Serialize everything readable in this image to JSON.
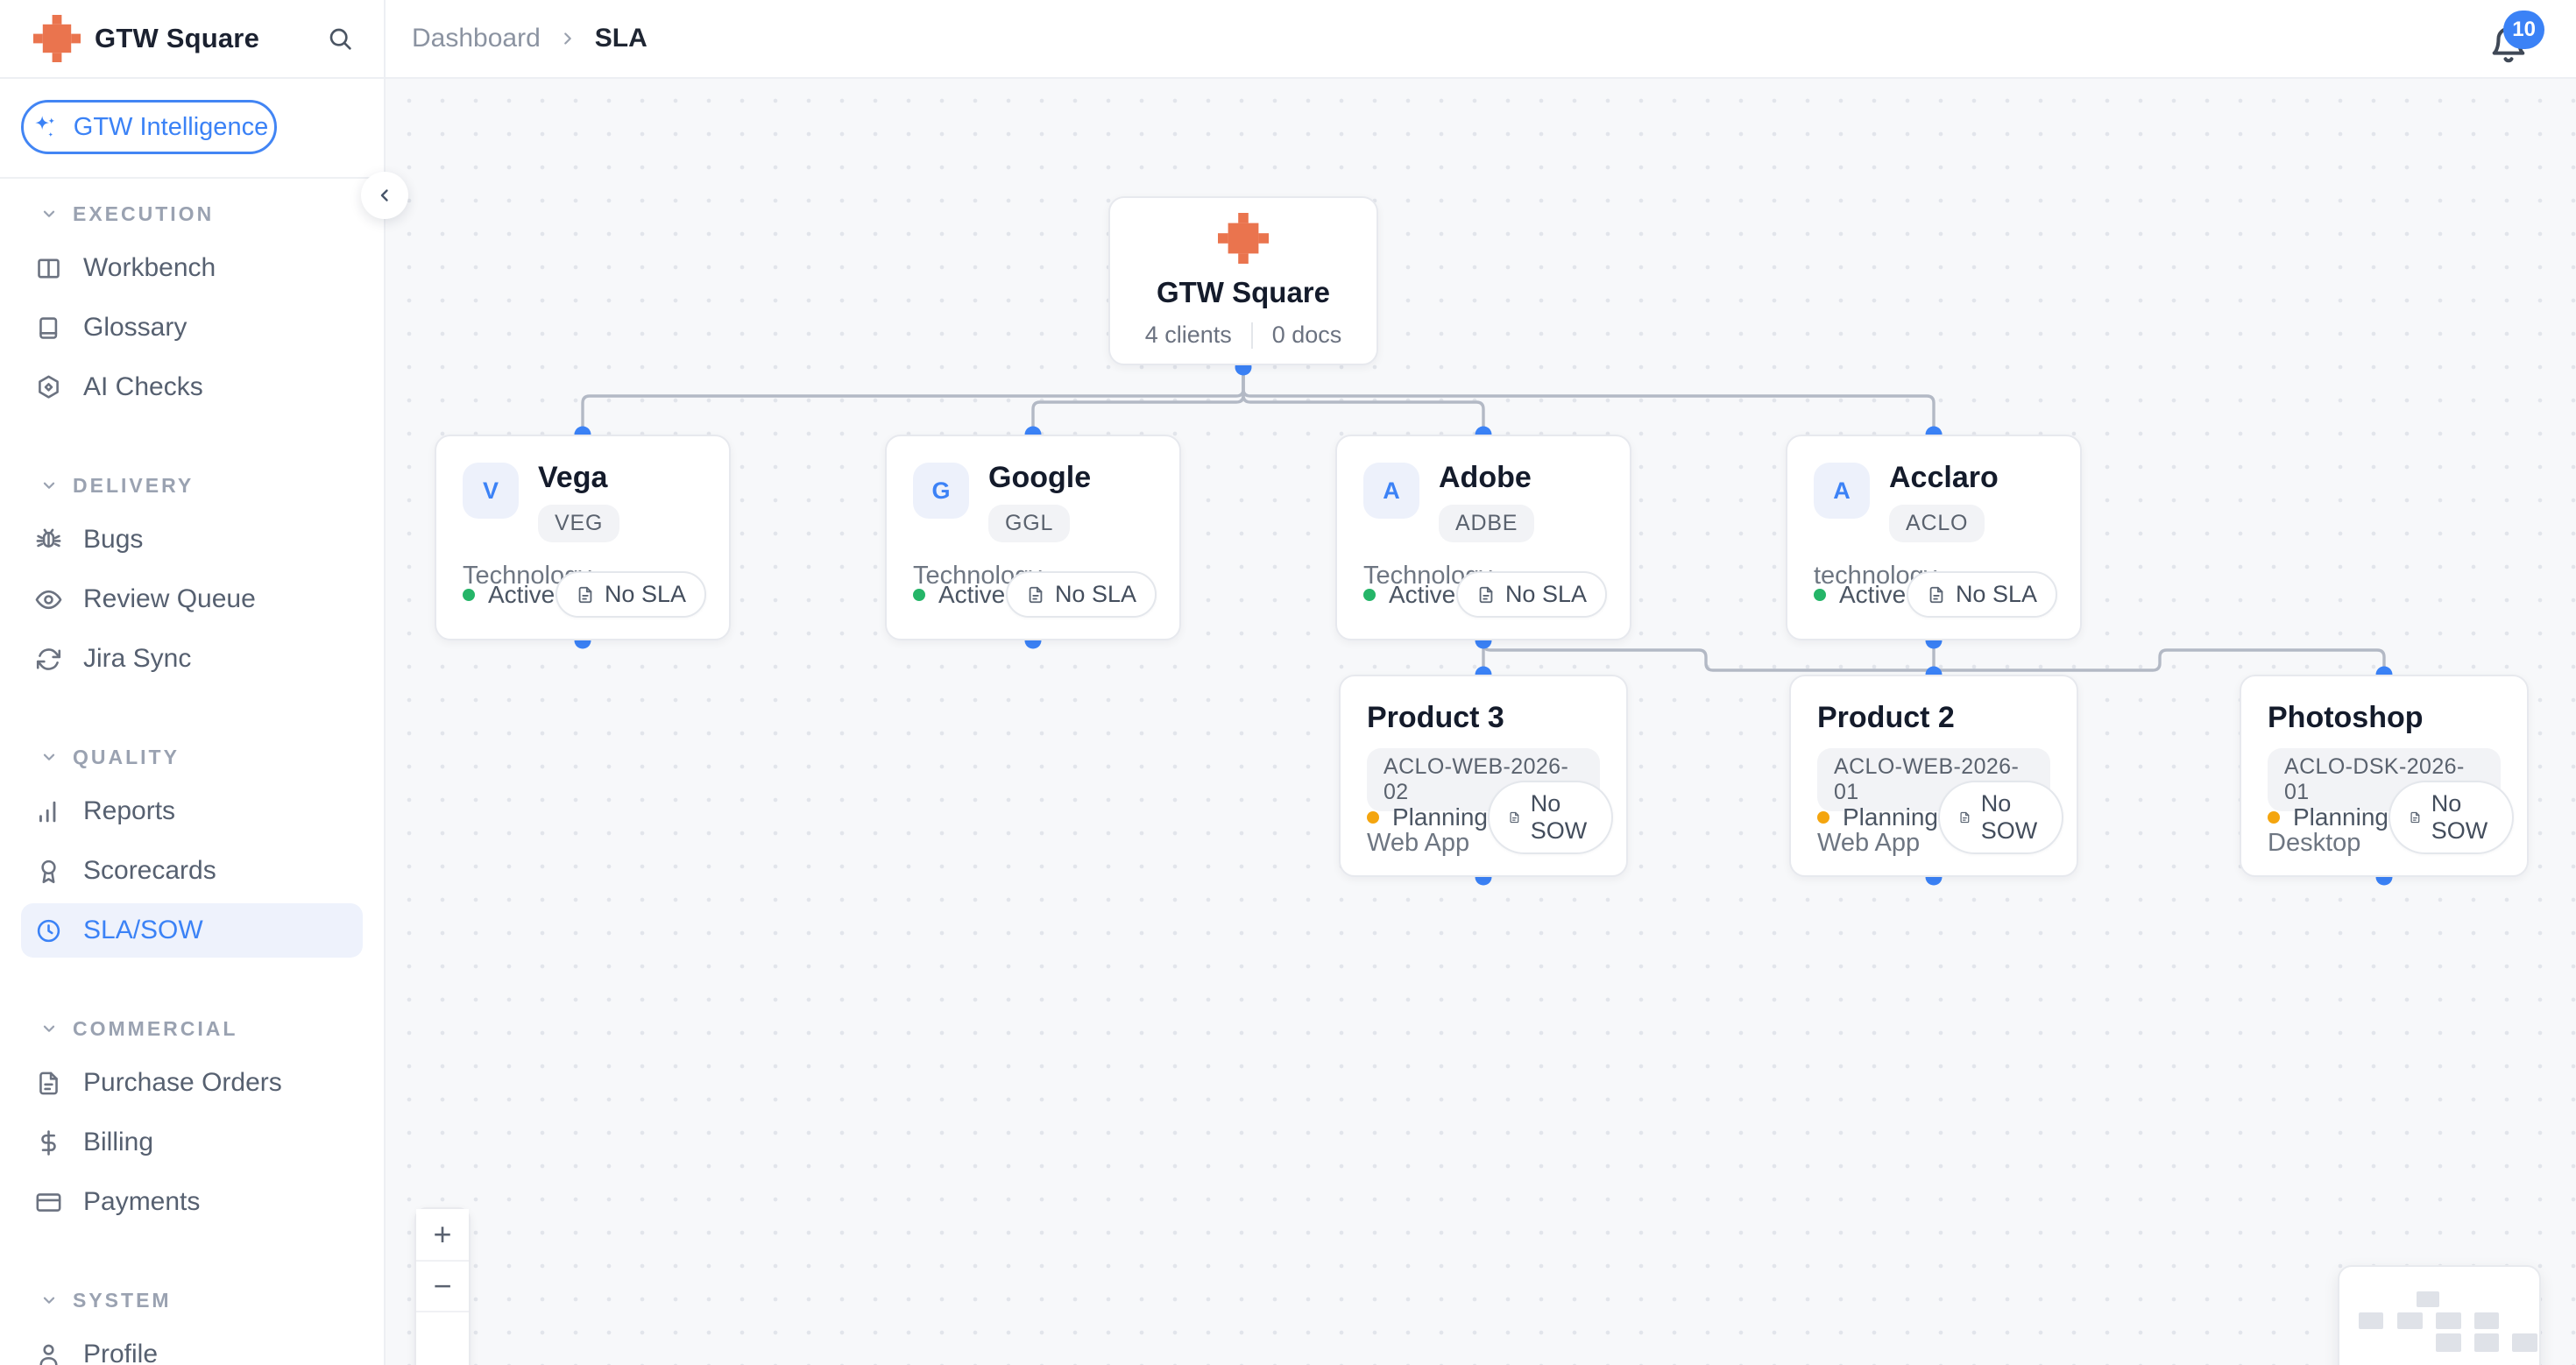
{
  "app": {
    "name": "GTW Square"
  },
  "header": {
    "breadcrumb": {
      "root": "Dashboard",
      "current": "SLA"
    },
    "notifications_count": "10"
  },
  "sidebar": {
    "intelligence_button": "GTW Intelligence",
    "sections": [
      {
        "title": "EXECUTION",
        "items": [
          {
            "label": "Workbench"
          },
          {
            "label": "Glossary"
          },
          {
            "label": "AI Checks"
          }
        ]
      },
      {
        "title": "DELIVERY",
        "items": [
          {
            "label": "Bugs"
          },
          {
            "label": "Review Queue"
          },
          {
            "label": "Jira Sync"
          }
        ]
      },
      {
        "title": "QUALITY",
        "items": [
          {
            "label": "Reports"
          },
          {
            "label": "Scorecards"
          },
          {
            "label": "SLA/SOW",
            "selected": true
          }
        ]
      },
      {
        "title": "COMMERCIAL",
        "items": [
          {
            "label": "Purchase Orders"
          },
          {
            "label": "Billing"
          },
          {
            "label": "Payments"
          }
        ]
      },
      {
        "title": "SYSTEM",
        "items": [
          {
            "label": "Profile"
          }
        ]
      }
    ]
  },
  "canvas": {
    "root": {
      "name": "GTW Square",
      "clients_label": "4 clients",
      "docs_label": "0 docs"
    },
    "clients": [
      {
        "avatar": "V",
        "name": "Vega",
        "code": "VEG",
        "industry": "Technology",
        "status": "Active",
        "badge": "No SLA"
      },
      {
        "avatar": "G",
        "name": "Google",
        "code": "GGL",
        "industry": "Technology",
        "status": "Active",
        "badge": "No SLA"
      },
      {
        "avatar": "A",
        "name": "Adobe",
        "code": "ADBE",
        "industry": "Technology",
        "status": "Active",
        "badge": "No SLA"
      },
      {
        "avatar": "A",
        "name": "Acclaro",
        "code": "ACLO",
        "industry": "technology",
        "status": "Active",
        "badge": "No SLA"
      }
    ],
    "products": [
      {
        "name": "Product 3",
        "code": "ACLO-WEB-2026-02",
        "type": "Web App",
        "status": "Planning",
        "badge": "No SOW"
      },
      {
        "name": "Product 2",
        "code": "ACLO-WEB-2026-01",
        "type": "Web App",
        "status": "Planning",
        "badge": "No SOW"
      },
      {
        "name": "Photoshop",
        "code": "ACLO-DSK-2026-01",
        "type": "Desktop",
        "status": "Planning",
        "badge": "No SOW"
      }
    ],
    "controls": {
      "zoom_in": "+",
      "zoom_out": "−"
    }
  },
  "colors": {
    "accent": "#3b82f6",
    "logo_orange": "#ea744e",
    "status_active": "#25b568",
    "status_planning": "#f4a50f",
    "edge": "#b3b9c5"
  }
}
